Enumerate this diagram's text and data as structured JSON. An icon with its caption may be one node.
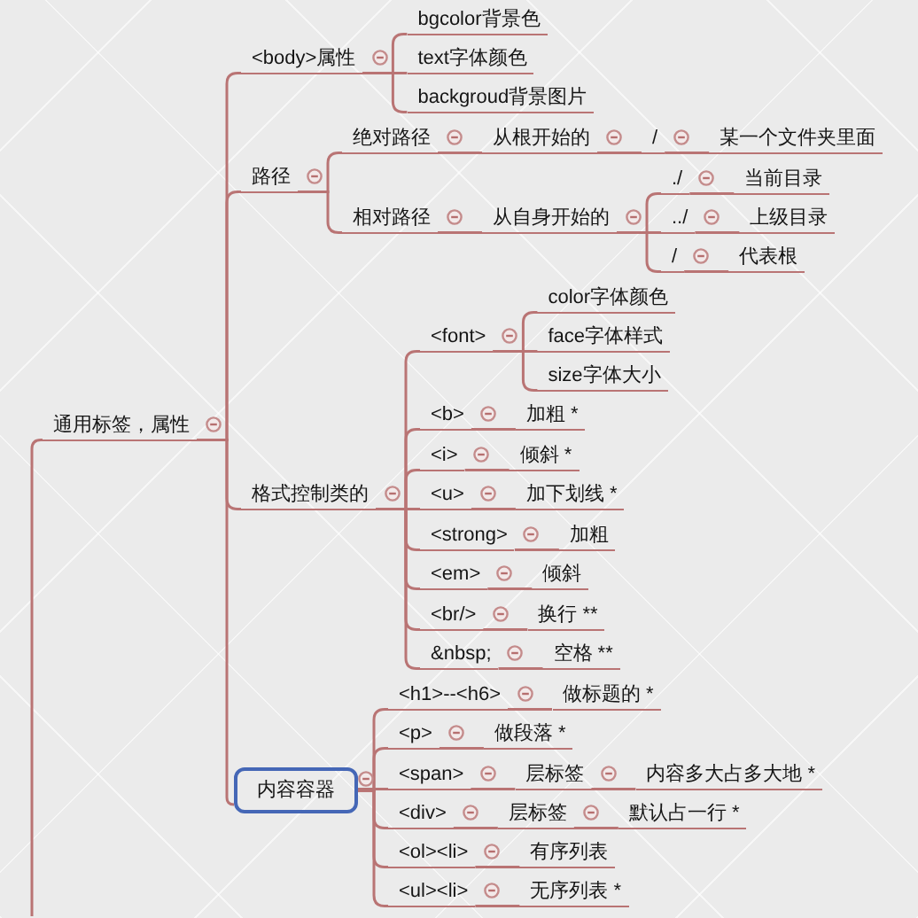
{
  "diagram": {
    "nodes": [
      {
        "text": [
          "通用标签，属性"
        ]
      },
      {
        "text": [
          "<body>属性"
        ]
      },
      {
        "text": [
          "bgcolor背景色"
        ]
      },
      {
        "text": [
          "text字体颜色"
        ]
      },
      {
        "text": [
          "backgroud背景图片"
        ]
      },
      {
        "text": [
          "路径"
        ]
      },
      {
        "text": [
          "绝对路径"
        ]
      },
      {
        "text": [
          "从根开始的"
        ]
      },
      {
        "text": [
          "/"
        ]
      },
      {
        "text": [
          "某一个文件夹里面"
        ]
      },
      {
        "text": [
          "相对路径"
        ]
      },
      {
        "text": [
          "从自身开始的"
        ]
      },
      {
        "text": [
          "./"
        ]
      },
      {
        "text": [
          "当前目录"
        ]
      },
      {
        "text": [
          "../"
        ]
      },
      {
        "text": [
          "上级目录"
        ]
      },
      {
        "text": [
          "/"
        ]
      },
      {
        "text": [
          "代表根"
        ]
      },
      {
        "text": [
          "格式控制类的"
        ]
      },
      {
        "text": [
          "<font>"
        ]
      },
      {
        "text": [
          "color字体颜色"
        ]
      },
      {
        "text": [
          "face字体样式"
        ]
      },
      {
        "text": [
          "size字体大小"
        ]
      },
      {
        "text": [
          "<b>"
        ]
      },
      {
        "text": [
          "加粗 *"
        ]
      },
      {
        "text": [
          "<i>"
        ]
      },
      {
        "text": [
          "倾斜 *"
        ]
      },
      {
        "text": [
          "<u>"
        ]
      },
      {
        "text": [
          "加下划线 *"
        ]
      },
      {
        "text": [
          "<strong>"
        ]
      },
      {
        "text": [
          "加粗"
        ]
      },
      {
        "text": [
          "<em>"
        ]
      },
      {
        "text": [
          "倾斜"
        ]
      },
      {
        "text": [
          "<br/>"
        ]
      },
      {
        "text": [
          "换行 **"
        ]
      },
      {
        "text": [
          "&nbsp;"
        ]
      },
      {
        "text": [
          "空格 **"
        ]
      },
      {
        "text": [
          "内容容器"
        ]
      },
      {
        "text": [
          "<h1>--<h6>"
        ]
      },
      {
        "text": [
          "做标题的 *"
        ]
      },
      {
        "text": [
          "<p>"
        ]
      },
      {
        "text": [
          "做段落 *"
        ]
      },
      {
        "text": [
          "<span>"
        ]
      },
      {
        "text": [
          "层标签"
        ]
      },
      {
        "text": [
          "内容多大占多大地 *"
        ]
      },
      {
        "text": [
          "<div>"
        ]
      },
      {
        "text": [
          "层标签"
        ]
      },
      {
        "text": [
          "默认占一行 *"
        ]
      },
      {
        "text": [
          "<ol><li>"
        ]
      },
      {
        "text": [
          "有序列表"
        ]
      },
      {
        "text": [
          "<ul><li>"
        ]
      },
      {
        "text": [
          "无序列表 *"
        ]
      }
    ],
    "edges": [
      {
        "from": null,
        "to": 0,
        "arrow": "none"
      },
      {
        "from": 0,
        "to": 1,
        "arrow": "none"
      },
      {
        "from": 1,
        "to": 2,
        "arrow": "none"
      },
      {
        "from": 1,
        "to": 3,
        "arrow": "none"
      },
      {
        "from": 1,
        "to": 4,
        "arrow": "none"
      },
      {
        "from": 0,
        "to": 5,
        "arrow": "none"
      },
      {
        "from": 5,
        "to": 6,
        "arrow": "none"
      },
      {
        "from": 6,
        "to": 7,
        "arrow": "none"
      },
      {
        "from": 7,
        "to": 8,
        "arrow": "none"
      },
      {
        "from": 8,
        "to": 9,
        "arrow": "none"
      },
      {
        "from": 5,
        "to": 10,
        "arrow": "none"
      },
      {
        "from": 10,
        "to": 11,
        "arrow": "none"
      },
      {
        "from": 11,
        "to": 12,
        "arrow": "none"
      },
      {
        "from": 12,
        "to": 13,
        "arrow": "none"
      },
      {
        "from": 11,
        "to": 14,
        "arrow": "none"
      },
      {
        "from": 14,
        "to": 15,
        "arrow": "none"
      },
      {
        "from": 11,
        "to": 16,
        "arrow": "none"
      },
      {
        "from": 16,
        "to": 17,
        "arrow": "none"
      },
      {
        "from": 0,
        "to": 18,
        "arrow": "none"
      },
      {
        "from": 18,
        "to": 19,
        "arrow": "none"
      },
      {
        "from": 19,
        "to": 20,
        "arrow": "none"
      },
      {
        "from": 19,
        "to": 21,
        "arrow": "none"
      },
      {
        "from": 19,
        "to": 22,
        "arrow": "none"
      },
      {
        "from": 18,
        "to": 23,
        "arrow": "none"
      },
      {
        "from": 23,
        "to": 24,
        "arrow": "none"
      },
      {
        "from": 18,
        "to": 25,
        "arrow": "none"
      },
      {
        "from": 25,
        "to": 26,
        "arrow": "none"
      },
      {
        "from": 18,
        "to": 27,
        "arrow": "none"
      },
      {
        "from": 27,
        "to": 28,
        "arrow": "none"
      },
      {
        "from": 18,
        "to": 29,
        "arrow": "none"
      },
      {
        "from": 29,
        "to": 30,
        "arrow": "none"
      },
      {
        "from": 18,
        "to": 31,
        "arrow": "none"
      },
      {
        "from": 31,
        "to": 32,
        "arrow": "none"
      },
      {
        "from": 18,
        "to": 33,
        "arrow": "none"
      },
      {
        "from": 33,
        "to": 34,
        "arrow": "none"
      },
      {
        "from": 18,
        "to": 35,
        "arrow": "none"
      },
      {
        "from": 35,
        "to": 36,
        "arrow": "none"
      },
      {
        "from": 0,
        "to": 37,
        "arrow": "none"
      },
      {
        "from": 37,
        "to": 38,
        "arrow": "none"
      },
      {
        "from": 38,
        "to": 39,
        "arrow": "none"
      },
      {
        "from": 37,
        "to": 40,
        "arrow": "none"
      },
      {
        "from": 40,
        "to": 41,
        "arrow": "none"
      },
      {
        "from": 37,
        "to": 42,
        "arrow": "none"
      },
      {
        "from": 42,
        "to": 43,
        "arrow": "none"
      },
      {
        "from": 43,
        "to": 44,
        "arrow": "none"
      },
      {
        "from": 37,
        "to": 45,
        "arrow": "none"
      },
      {
        "from": 45,
        "to": 46,
        "arrow": "none"
      },
      {
        "from": 46,
        "to": 47,
        "arrow": "none"
      },
      {
        "from": 37,
        "to": 48,
        "arrow": "none"
      },
      {
        "from": 48,
        "to": 49,
        "arrow": "none"
      },
      {
        "from": 37,
        "to": 50,
        "arrow": "none"
      },
      {
        "from": 50,
        "to": 51,
        "arrow": "none"
      }
    ]
  }
}
